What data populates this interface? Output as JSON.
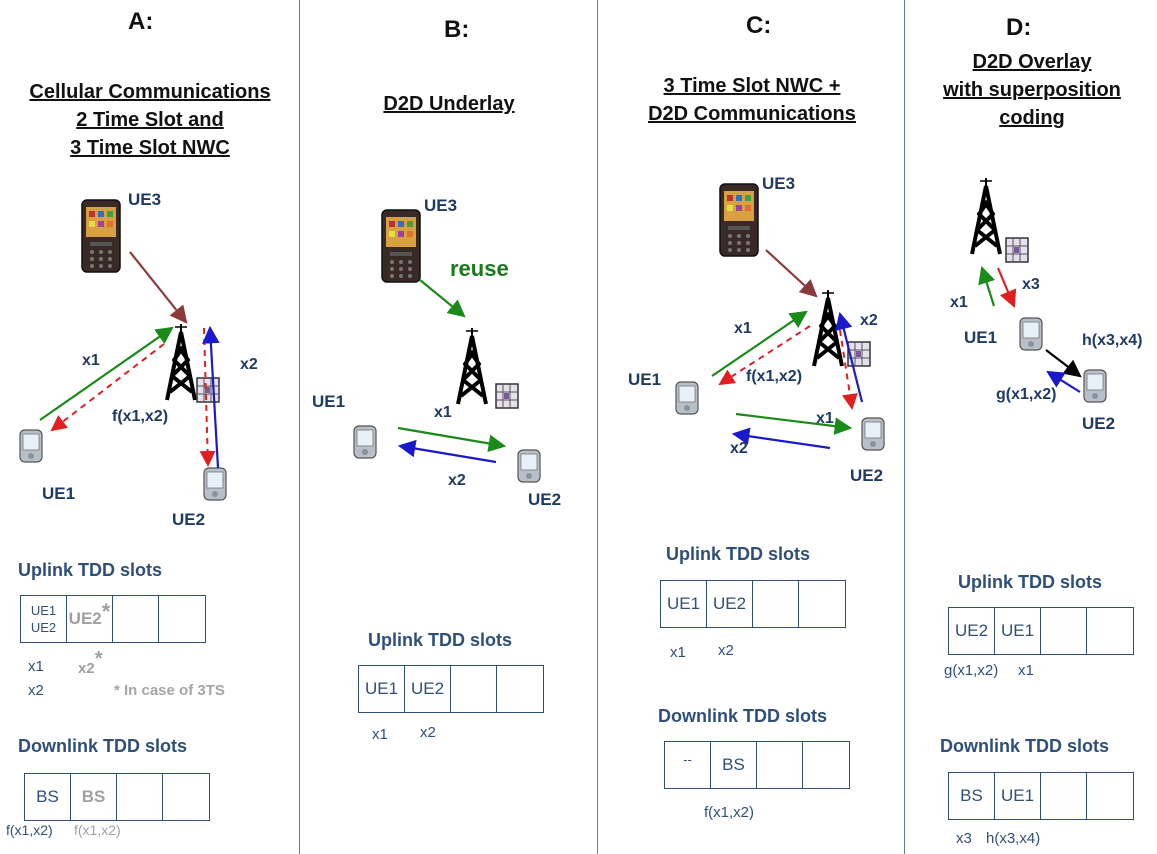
{
  "panels": {
    "a": {
      "letter": "A:",
      "title": [
        "Cellular Communications",
        "2 Time Slot and",
        "3 Time Slot NWC"
      ],
      "ue1": "UE1",
      "ue2": "UE2",
      "ue3": "UE3",
      "x1": "x1",
      "x2": "x2",
      "fx": "f(x1,x2)",
      "uplink_heading": "Uplink TDD slots",
      "uplink_slots": [
        [
          "UE1",
          "UE2"
        ],
        "UE2",
        "",
        ""
      ],
      "uplink_star": "*",
      "uplink_labels": [
        "x1",
        "x2",
        "x2",
        "*"
      ],
      "note": "* In case of 3TS",
      "downlink_heading": "Downlink TDD slots",
      "downlink_slots": [
        "BS",
        "BS",
        "",
        ""
      ],
      "downlink_labels": [
        "f(x1,x2)",
        "f(x1,x2)"
      ]
    },
    "b": {
      "letter": "B:",
      "title": [
        "D2D Underlay"
      ],
      "ue1": "UE1",
      "ue2": "UE2",
      "ue3": "UE3",
      "reuse": "reuse",
      "x1": "x1",
      "x2": "x2",
      "uplink_heading": "Uplink TDD slots",
      "uplink_slots": [
        "UE1",
        "UE2",
        "",
        ""
      ],
      "uplink_labels": [
        "x1",
        "x2"
      ]
    },
    "c": {
      "letter": "C:",
      "title": [
        "3 Time Slot NWC +",
        "D2D Communications"
      ],
      "ue1": "UE1",
      "ue2": "UE2",
      "ue3": "UE3",
      "x1": "x1",
      "x2": "x2",
      "fx": "f(x1,x2)",
      "x1_d2d": "x1",
      "x2_d2d": "x2",
      "uplink_heading": "Uplink TDD slots",
      "uplink_slots": [
        "UE1",
        "UE2",
        "",
        ""
      ],
      "uplink_labels": [
        "x1",
        "x2"
      ],
      "downlink_heading": "Downlink TDD slots",
      "downlink_slots": [
        "--",
        "BS",
        "",
        ""
      ],
      "downlink_labels": [
        "f(x1,x2)"
      ]
    },
    "d": {
      "letter": "D:",
      "title": [
        "D2D Overlay",
        "with superposition",
        "coding"
      ],
      "ue1": "UE1",
      "ue2": "UE2",
      "x1": "x1",
      "x3": "x3",
      "h": "h(x3,x4)",
      "g": "g(x1,x2)",
      "uplink_heading": "Uplink TDD slots",
      "uplink_slots": [
        "UE2",
        "UE1",
        "",
        ""
      ],
      "uplink_labels": [
        "g(x1,x2)",
        "x1"
      ],
      "downlink_heading": "Downlink TDD slots",
      "downlink_slots": [
        "BS",
        "UE1",
        "",
        ""
      ],
      "downlink_labels": [
        "x3",
        "h(x3,x4)"
      ]
    }
  },
  "colors": {
    "green": "#1a8a1a",
    "red": "#e02020",
    "blue": "#1a1acc",
    "brown": "#8b3a3a",
    "black": "#000000",
    "text": "#2f4f7a"
  }
}
